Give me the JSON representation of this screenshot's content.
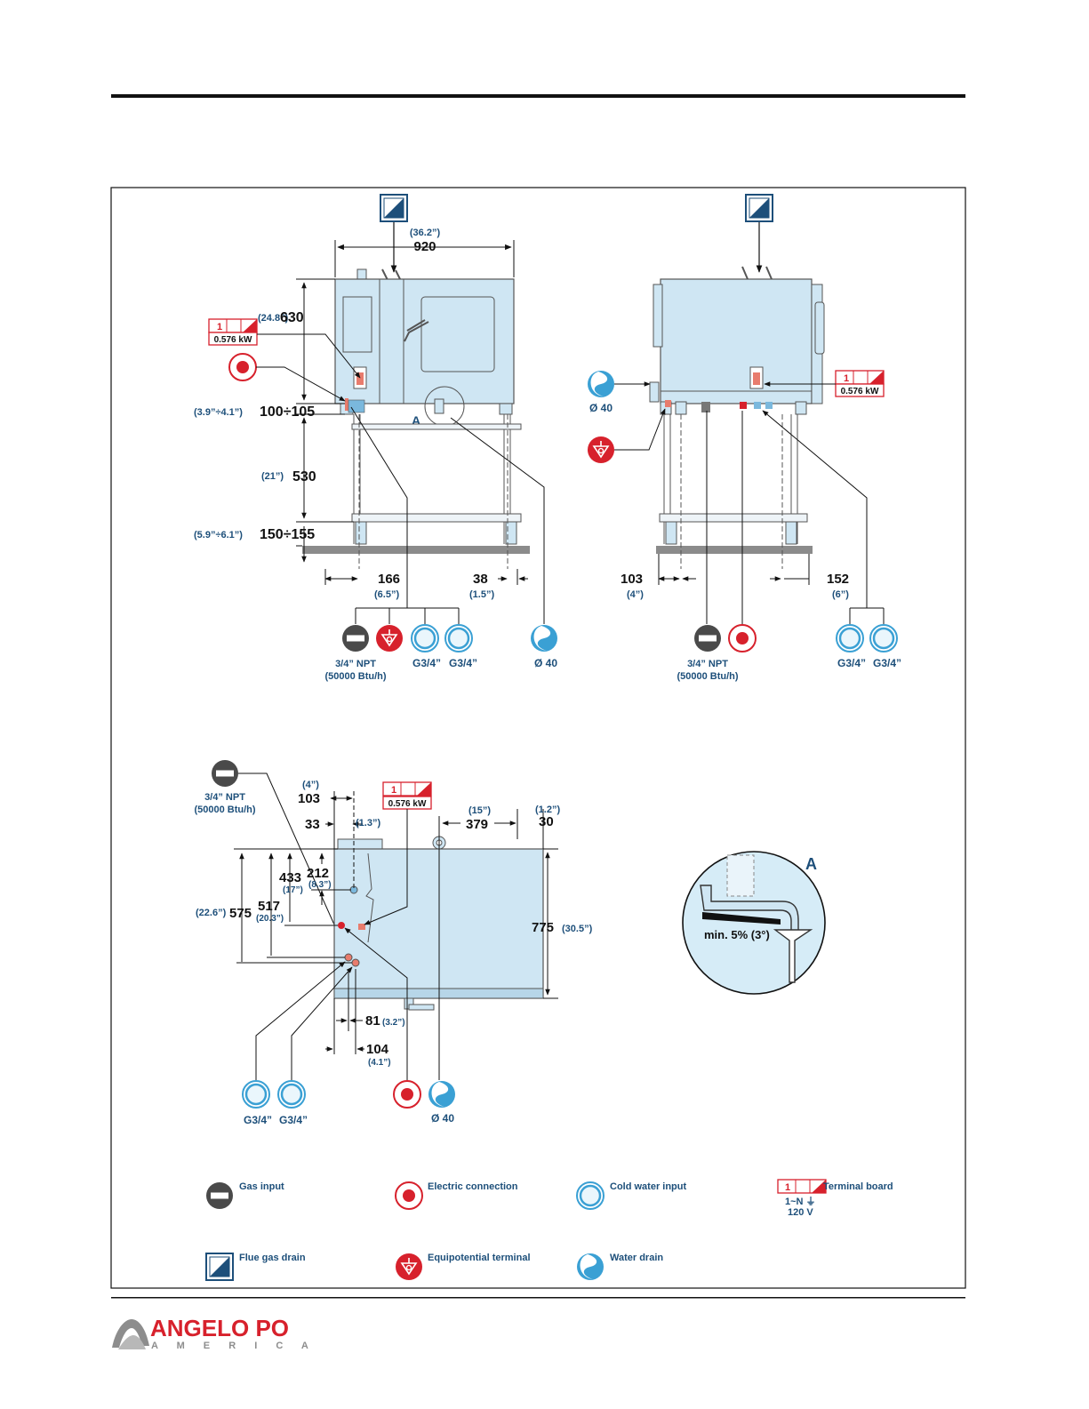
{
  "colors": {
    "accent_blue": "#1d4f7a",
    "body_blue": "#cfe6f3",
    "red": "#d7212c",
    "gas_gray": "#4a4a4a",
    "water_ring": "#3aa0d4"
  },
  "front": {
    "w_in": "(36.2”)",
    "w": "920",
    "h1_in": "(24.8”)",
    "h1": "630",
    "h2_in": "(3.9”÷4.1”)",
    "h2": "100÷105",
    "h3_in": "(21”)",
    "h3": "530",
    "h4_in": "(5.9”÷6.1”)",
    "h4": "150÷155",
    "d1": "166",
    "d1_in": "(6.5”)",
    "d2": "38",
    "d2_in": "(1.5”)",
    "detail_mark": "A",
    "tb_num": "1",
    "tb_kw": "0.576 kW",
    "gas_label1": "3/4” NPT",
    "gas_label2": "(50000 Btu/h)",
    "w1": "G3/4”",
    "w2": "G3/4”",
    "drain": "Ø 40"
  },
  "side": {
    "drain": "Ø 40",
    "tb_num": "1",
    "tb_kw": "0.576 kW",
    "d1": "103",
    "d1_in": "(4”)",
    "d2": "152",
    "d2_in": "(6”)",
    "gas_label1": "3/4” NPT",
    "gas_label2": "(50000 Btu/h)",
    "w1": "G3/4”",
    "w2": "G3/4”"
  },
  "top": {
    "gas_label1": "3/4” NPT",
    "gas_label2": "(50000 Btu/h)",
    "tb_num": "1",
    "tb_kw": "0.576 kW",
    "d103_in": "(4”)",
    "d103": "103",
    "d33": "33",
    "d33_in": "(1.3”)",
    "d379_in": "(15”)",
    "d379": "379",
    "d30_in": "(1.2”)",
    "d30": "30",
    "d433": "433",
    "d433_in": "(17”)",
    "d212": "212",
    "d212_in": "(8.3”)",
    "d575_in": "(22.6”)",
    "d575": "575",
    "d517": "517",
    "d517_in": "(20.3”)",
    "d775": "775",
    "d775_in": "(30.5”)",
    "d81": "81",
    "d81_in": "(3.2”)",
    "d104": "104",
    "d104_in": "(4.1”)",
    "w1": "G3/4”",
    "w2": "G3/4”",
    "drain": "Ø 40"
  },
  "detail": {
    "mark": "A",
    "slope": "min. 5% (3°)"
  },
  "legend": {
    "gas": "Gas input",
    "electric": "Electric connection",
    "water": "Cold water input",
    "terminal": "Terminal board",
    "terminal_sub1": "1~N ⏚",
    "terminal_sub2": "120 V",
    "terminal_num": "1",
    "flue": "Flue gas drain",
    "equip": "Equipotential terminal",
    "drain": "Water drain"
  },
  "brand": {
    "name": "ANGELO PO",
    "sub": "A M E R I C A"
  }
}
